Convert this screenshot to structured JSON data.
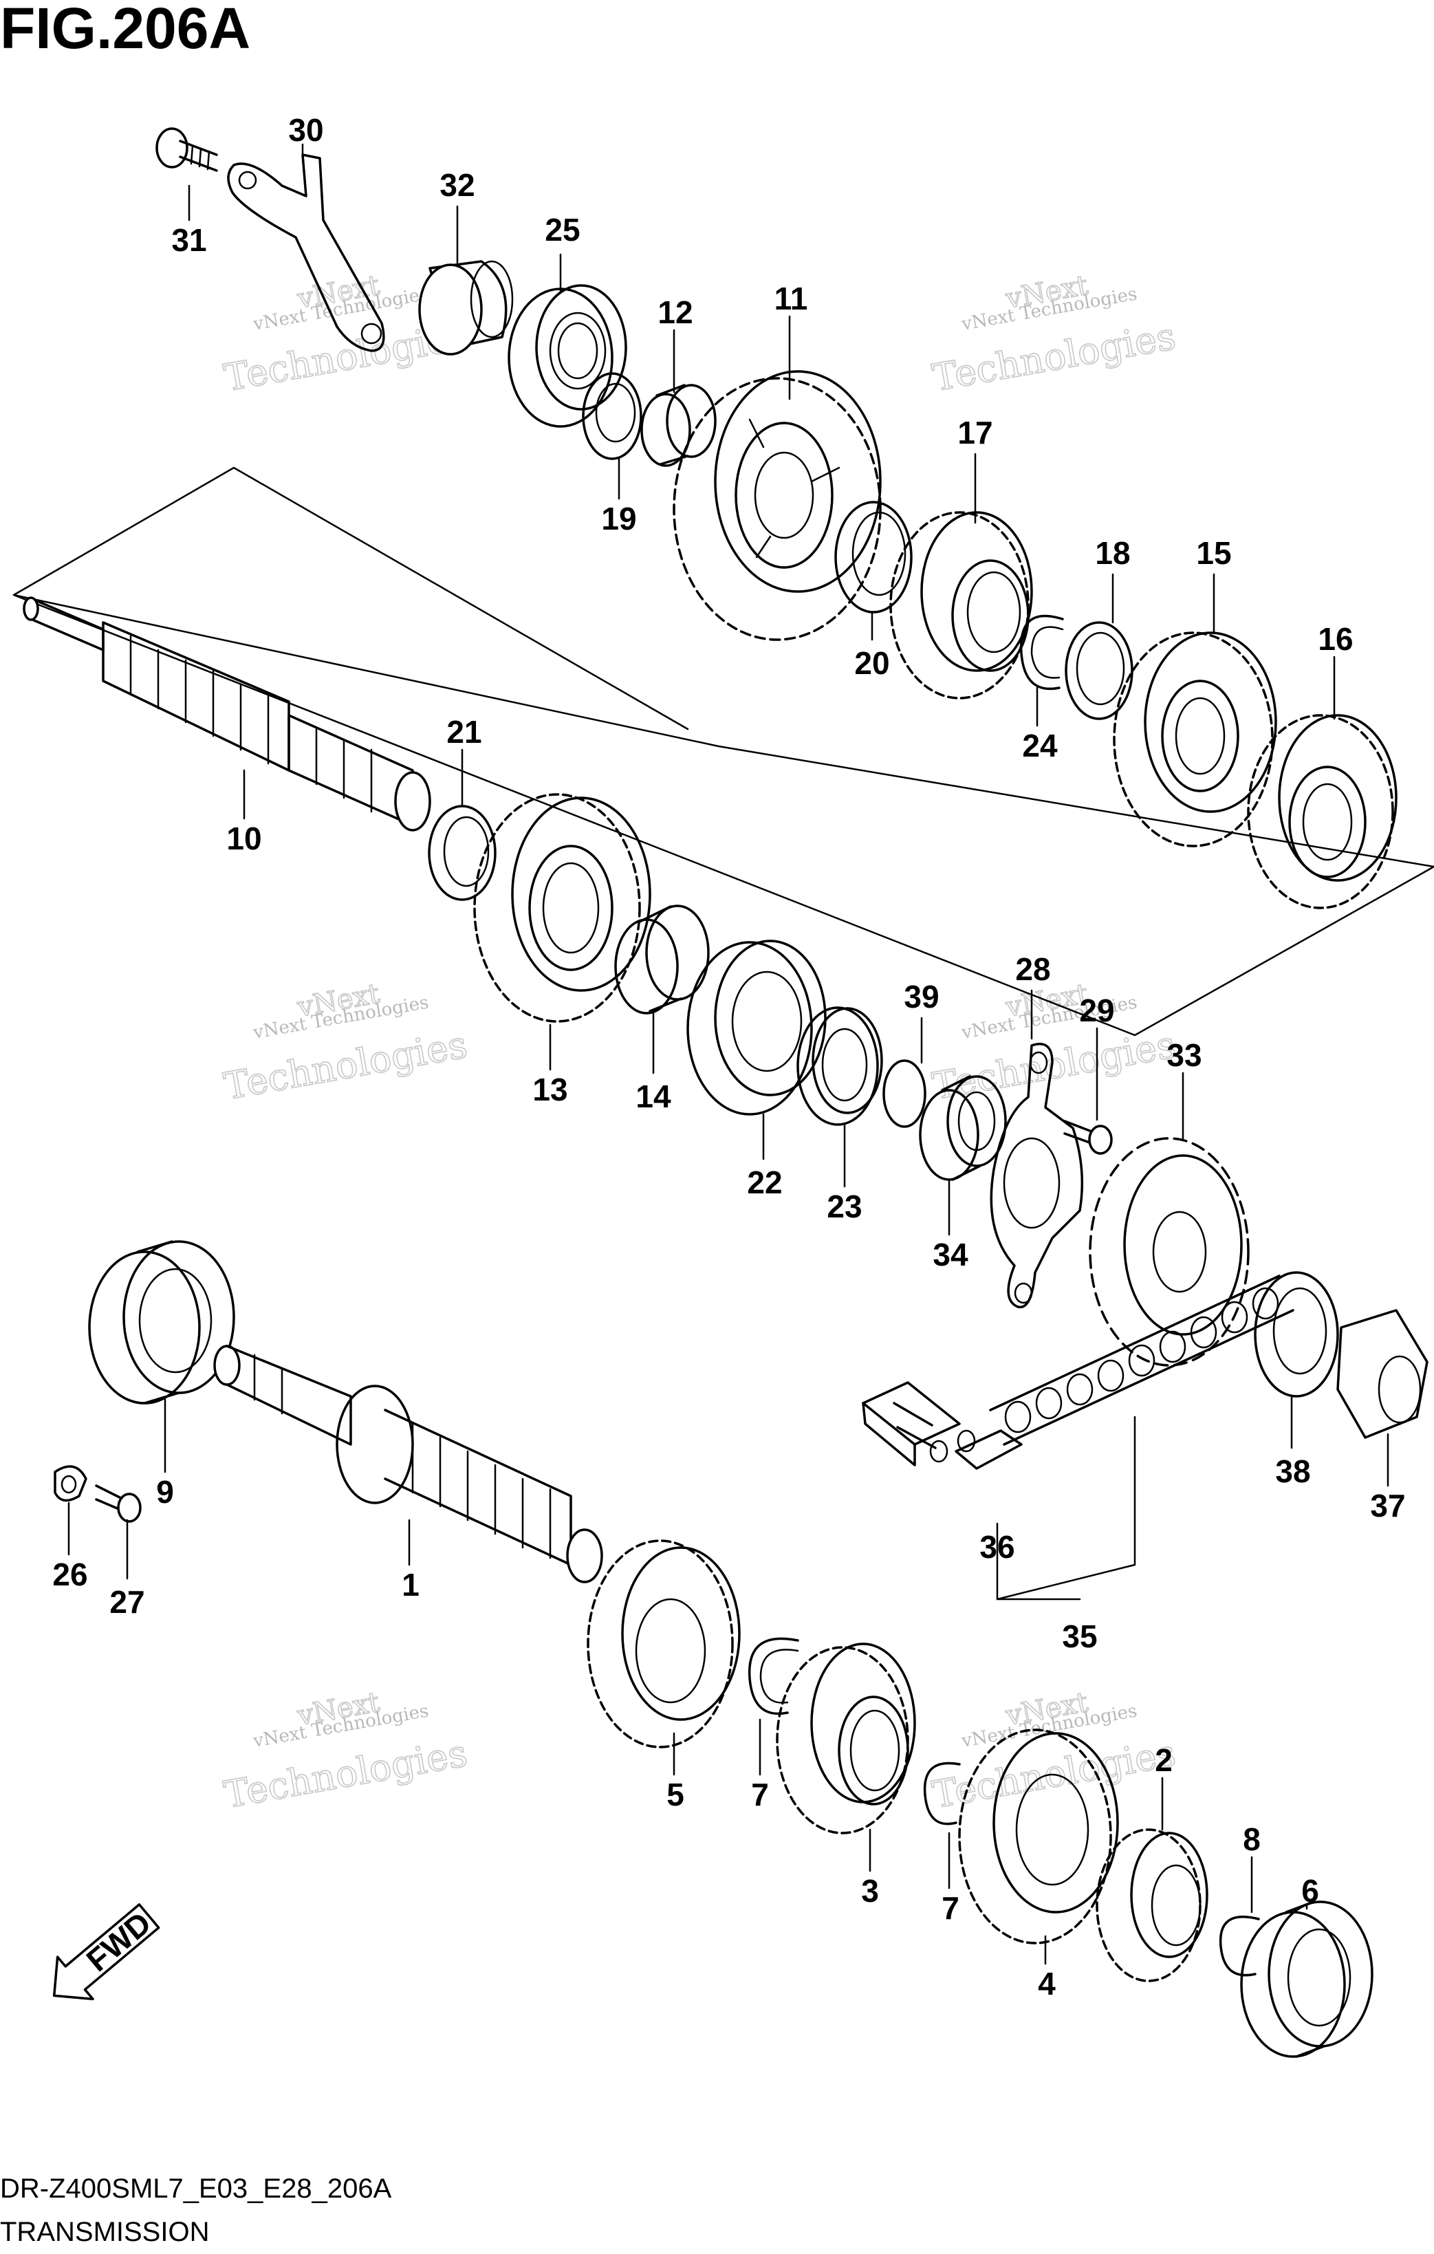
{
  "figure_title": "FIG.206A",
  "footer": {
    "code": "DR-Z400SML7_E03_E28_206A",
    "section": "TRANSMISSION"
  },
  "fwd_label": "FWD",
  "watermark": {
    "line1": "vNext Technologies",
    "line2": "vNext",
    "line3": "Technologies"
  },
  "parts": [
    {
      "id": "1",
      "label": "1"
    },
    {
      "id": "2",
      "label": "2"
    },
    {
      "id": "3",
      "label": "3"
    },
    {
      "id": "4",
      "label": "4"
    },
    {
      "id": "5",
      "label": "5"
    },
    {
      "id": "6",
      "label": "6"
    },
    {
      "id": "7a",
      "label": "7"
    },
    {
      "id": "7b",
      "label": "7"
    },
    {
      "id": "8",
      "label": "8"
    },
    {
      "id": "9",
      "label": "9"
    },
    {
      "id": "10",
      "label": "10"
    },
    {
      "id": "11",
      "label": "11"
    },
    {
      "id": "12",
      "label": "12"
    },
    {
      "id": "13",
      "label": "13"
    },
    {
      "id": "14",
      "label": "14"
    },
    {
      "id": "15",
      "label": "15"
    },
    {
      "id": "16",
      "label": "16"
    },
    {
      "id": "17",
      "label": "17"
    },
    {
      "id": "18",
      "label": "18"
    },
    {
      "id": "19",
      "label": "19"
    },
    {
      "id": "20",
      "label": "20"
    },
    {
      "id": "21",
      "label": "21"
    },
    {
      "id": "22",
      "label": "22"
    },
    {
      "id": "23",
      "label": "23"
    },
    {
      "id": "24",
      "label": "24"
    },
    {
      "id": "25",
      "label": "25"
    },
    {
      "id": "26",
      "label": "26"
    },
    {
      "id": "27",
      "label": "27"
    },
    {
      "id": "28",
      "label": "28"
    },
    {
      "id": "29",
      "label": "29"
    },
    {
      "id": "30",
      "label": "30"
    },
    {
      "id": "31",
      "label": "31"
    },
    {
      "id": "32",
      "label": "32"
    },
    {
      "id": "33",
      "label": "33"
    },
    {
      "id": "34",
      "label": "34"
    },
    {
      "id": "35",
      "label": "35"
    },
    {
      "id": "36",
      "label": "36"
    },
    {
      "id": "37",
      "label": "37"
    },
    {
      "id": "38",
      "label": "38"
    },
    {
      "id": "39",
      "label": "39"
    }
  ]
}
